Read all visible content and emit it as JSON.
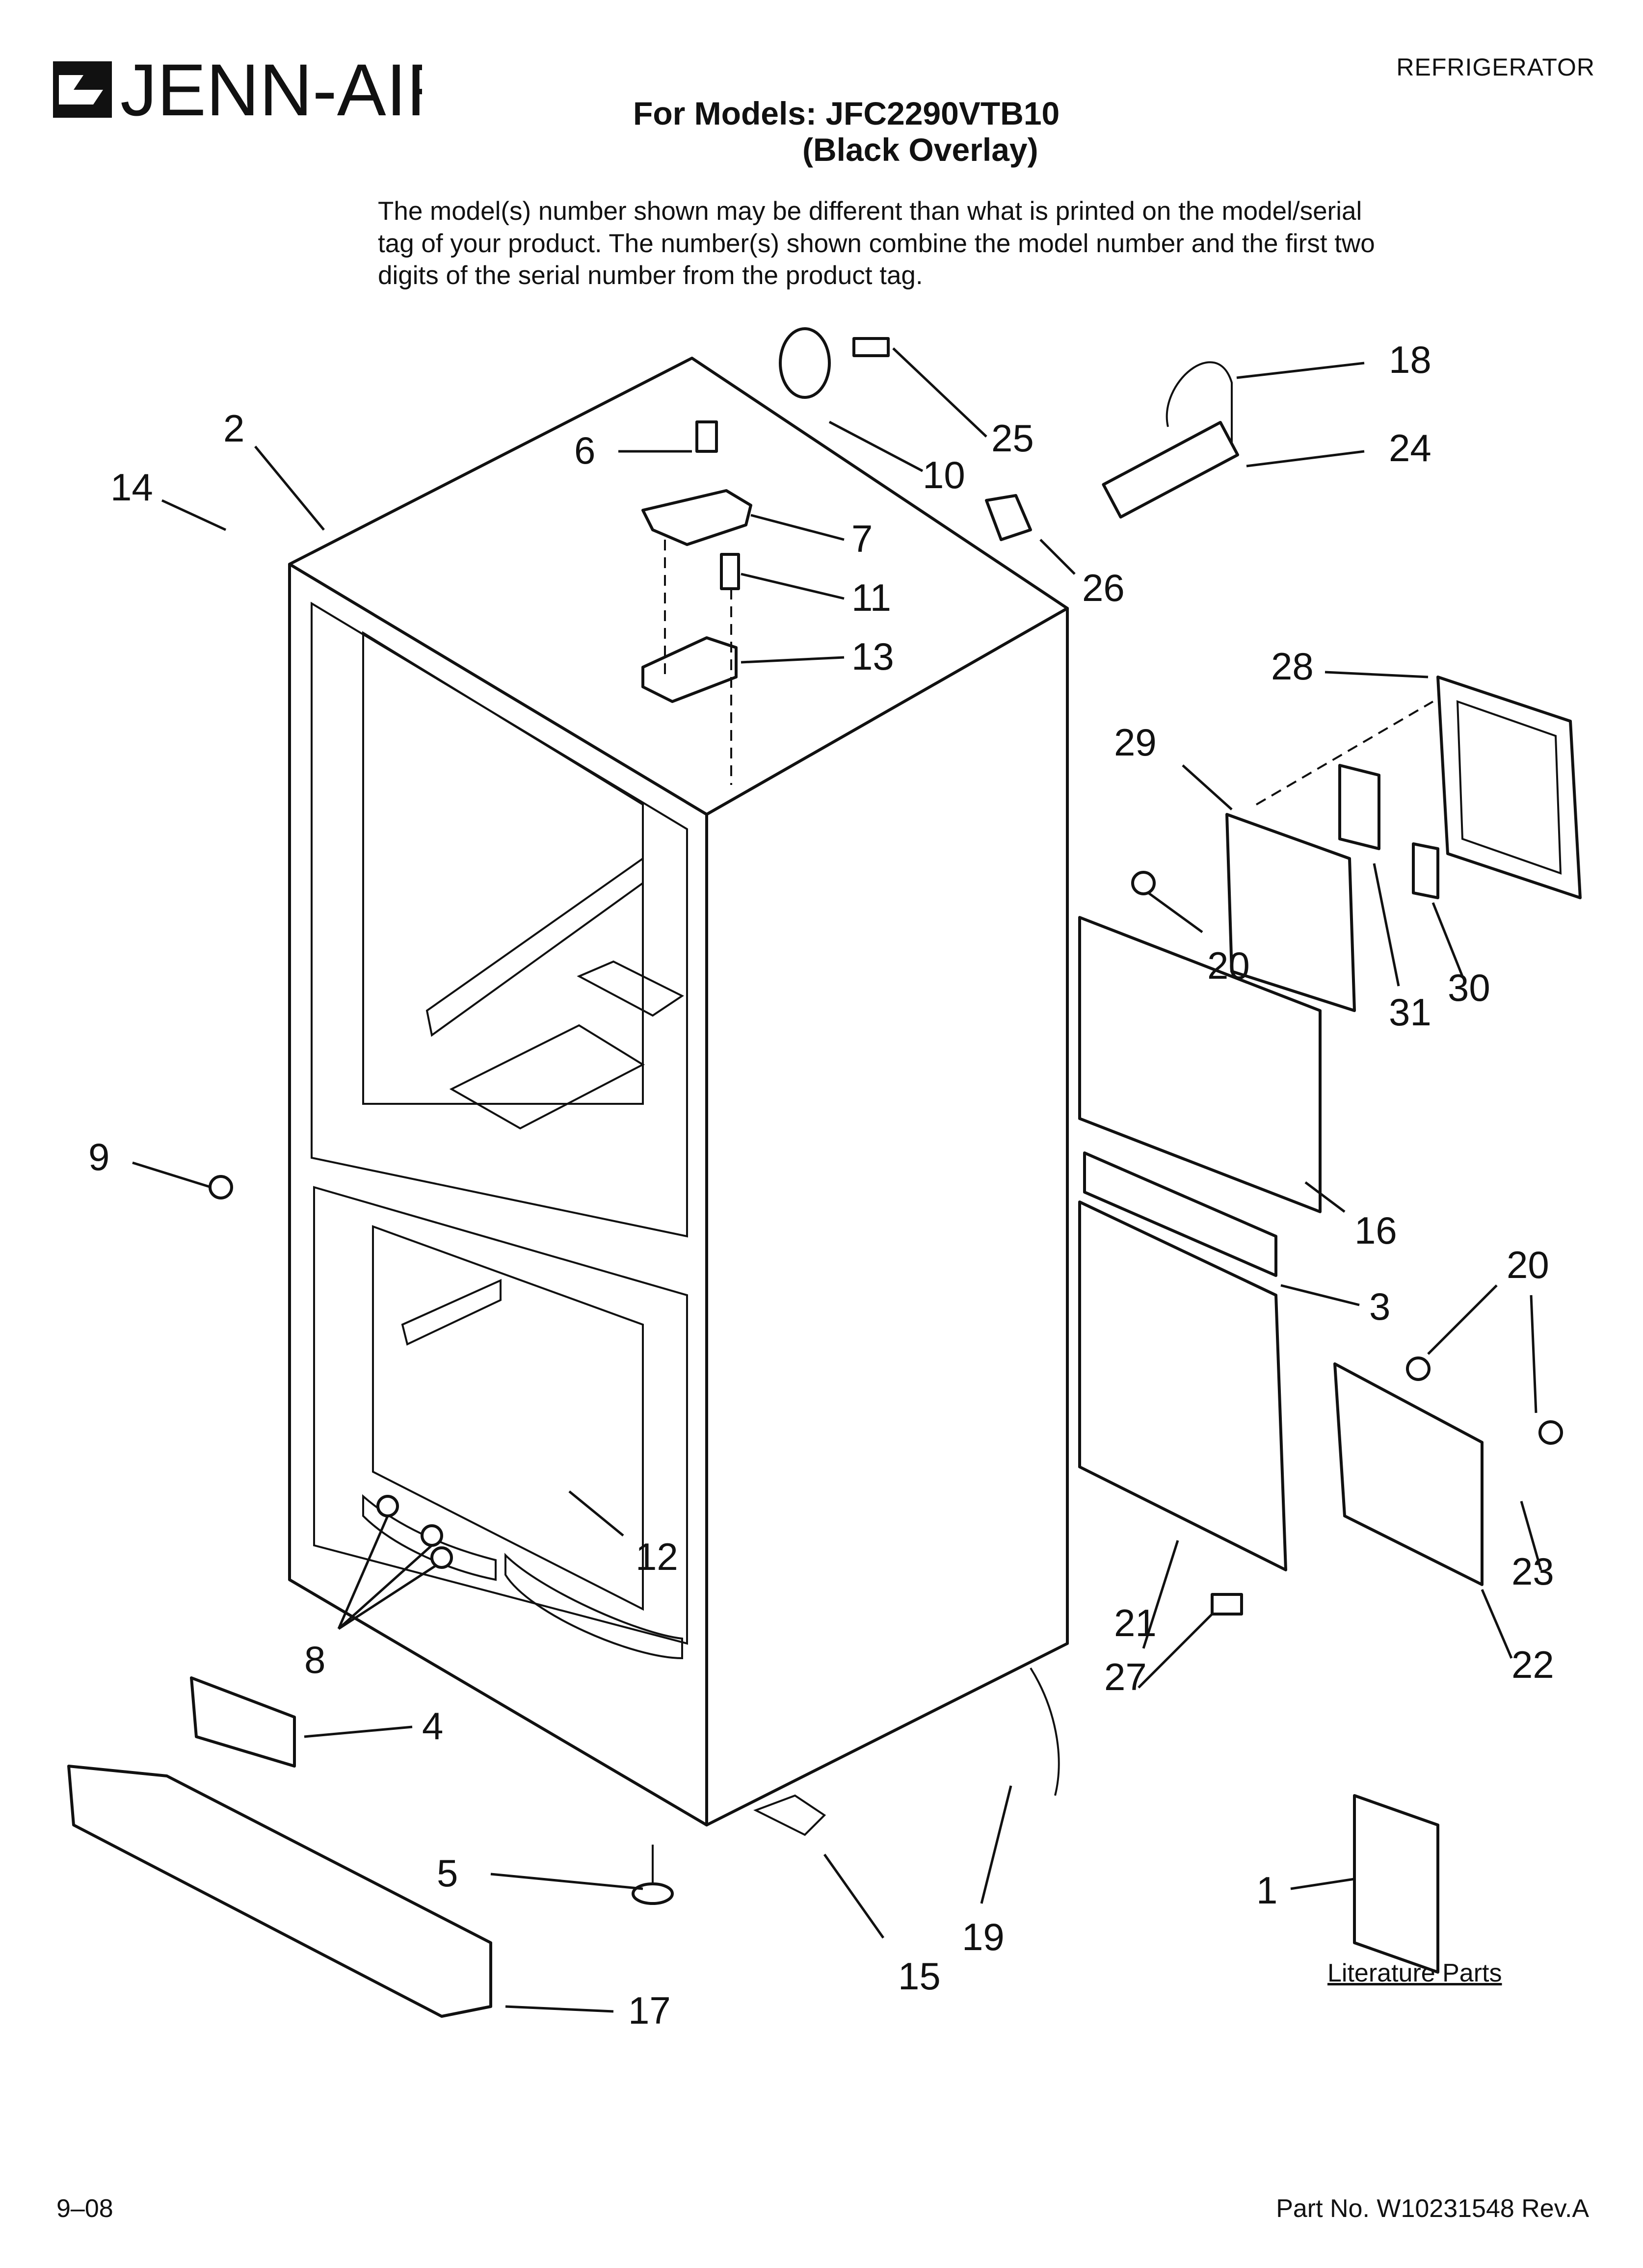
{
  "header": {
    "brand": "JENN-AIR",
    "category": "REFRIGERATOR",
    "models_line1": "For Models: JFC2290VTB10",
    "models_line2": "(Black Overlay)",
    "notice": "The model(s) number shown may be different than what is printed on the model/serial tag of your product. The number(s) shown combine the model number and the first two digits of the serial number from the product tag."
  },
  "callouts": [
    "1",
    "2",
    "3",
    "4",
    "5",
    "6",
    "7",
    "8",
    "9",
    "10",
    "11",
    "12",
    "13",
    "14",
    "15",
    "16",
    "17",
    "18",
    "19",
    "20",
    "20",
    "21",
    "22",
    "23",
    "24",
    "25",
    "26",
    "27",
    "28",
    "29",
    "30",
    "31"
  ],
  "literature_label": "Literature Parts",
  "footer": {
    "date": "9–08",
    "part_number": "Part No. W10231548 Rev.A"
  },
  "colors": {
    "ink": "#111111",
    "paper": "#ffffff"
  }
}
